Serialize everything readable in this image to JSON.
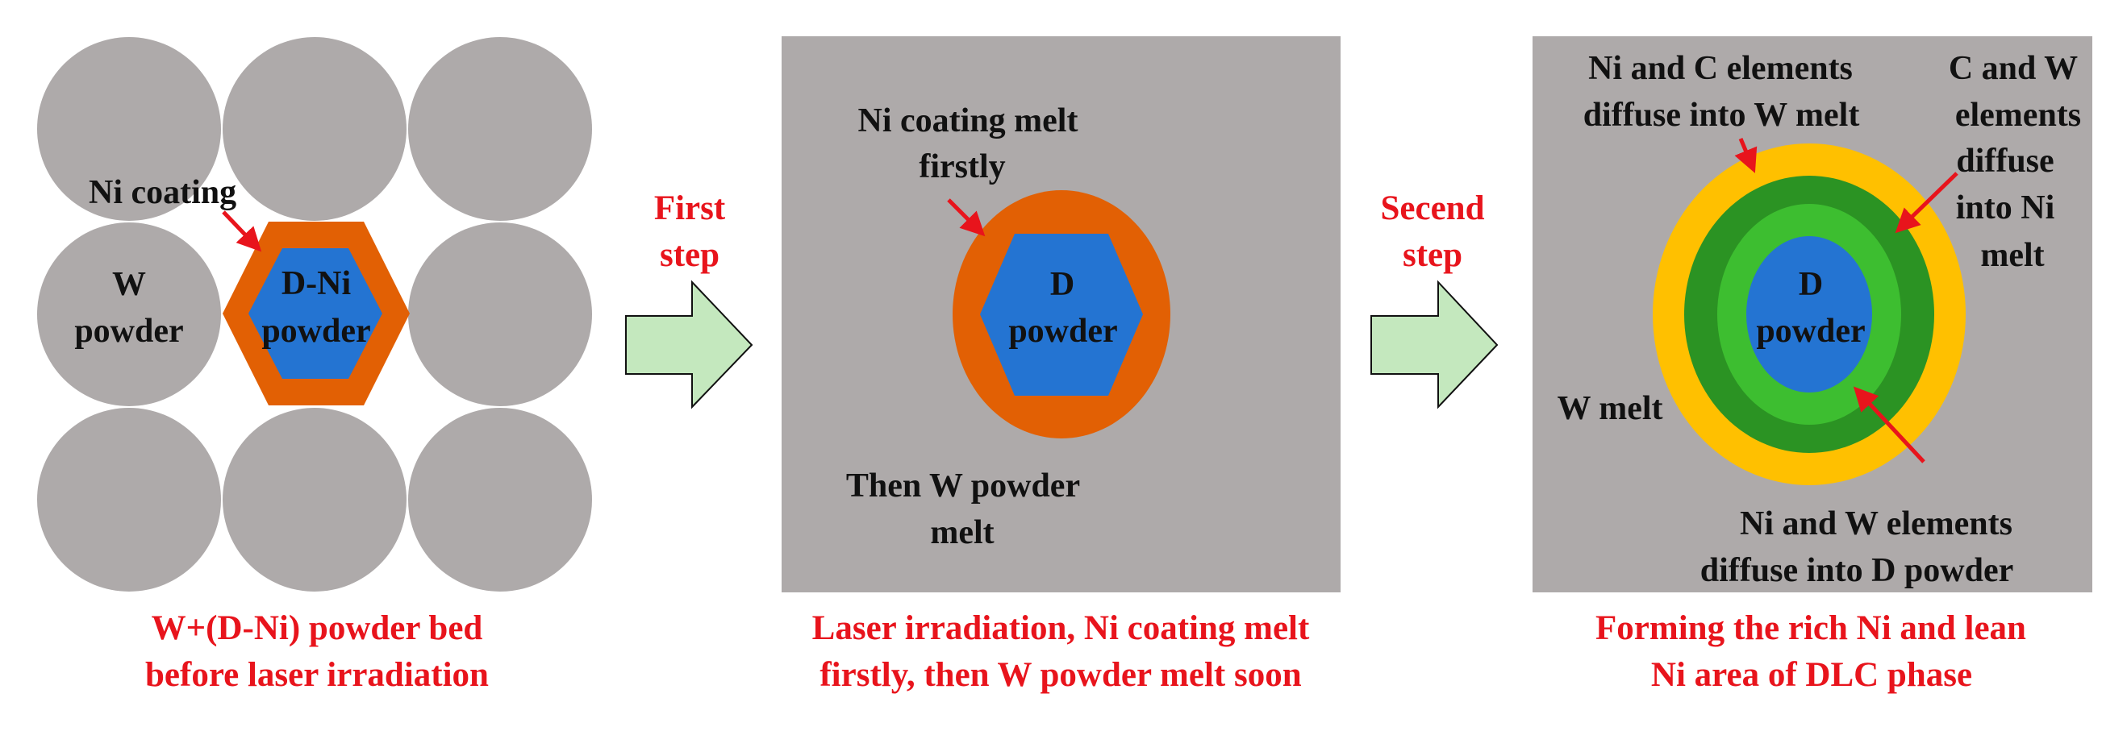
{
  "colors": {
    "powder_gray": "#aeaaaa",
    "ni_orange": "#e26004",
    "d_blue": "#2474d2",
    "arrow_fill": "#c4e8be",
    "red_text": "#e8141c",
    "outer_ring_yellow": "#ffc000",
    "dark_green": "#2b9323",
    "light_green": "#3dbe30"
  },
  "panel1": {
    "label_ni_coating": "Ni coating",
    "label_w_line1": "W",
    "label_w_line2": "powder",
    "label_dni_line1": "D-Ni",
    "label_dni_line2": "powder",
    "caption_line1": "W+(D-Ni) powder bed",
    "caption_line2": "before laser irradiation"
  },
  "arrow1": {
    "line1": "First",
    "line2": "step"
  },
  "panel2": {
    "label_ni_melt_line1": "Ni coating melt",
    "label_ni_melt_line2": "firstly",
    "label_d_line1": "D",
    "label_d_line2": "powder",
    "label_then_line1": "Then W powder",
    "label_then_line2": "melt",
    "caption_line1": "Laser irradiation, Ni coating melt",
    "caption_line2": "firstly,  then W powder melt soon"
  },
  "arrow2": {
    "line1": "Secend",
    "line2": "step"
  },
  "panel3": {
    "label_nic_line1": "Ni and C elements",
    "label_nic_line2": "diffuse into W melt",
    "label_cw_line1": "C and W",
    "label_cw_line2": "elements",
    "label_cw_line3": "diffuse",
    "label_cw_line4": "into Ni",
    "label_cw_line5": "melt",
    "label_d_line1": "D",
    "label_d_line2": "powder",
    "label_wmelt": "W melt",
    "label_niw_line1": "Ni and W  elements",
    "label_niw_line2": "diffuse  into D powder",
    "caption_line1": "Forming the rich Ni and lean",
    "caption_line2": "Ni area of DLC phase"
  }
}
